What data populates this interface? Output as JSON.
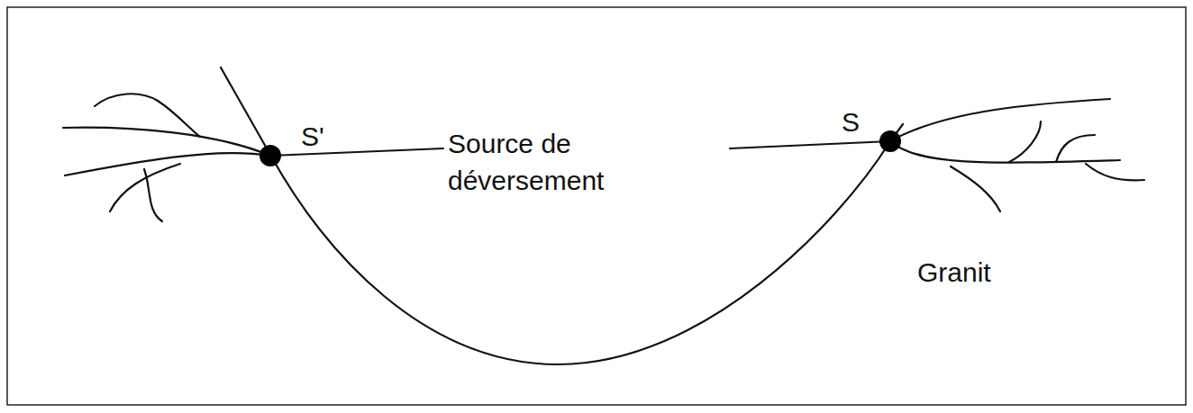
{
  "diagram": {
    "labels": [
      "S'",
      "Source de déversement",
      "S",
      "Granit"
    ]
  }
}
